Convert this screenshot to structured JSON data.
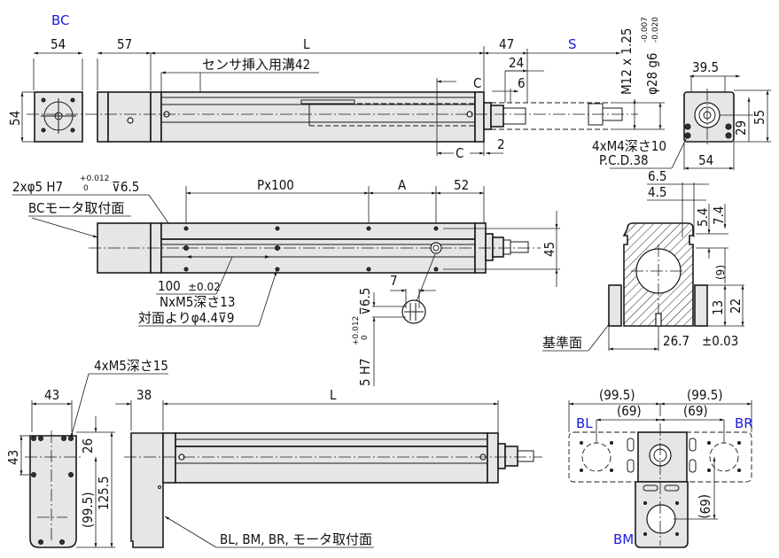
{
  "drawing": {
    "title": "Single-axis actuator with motor fold-back options — dimensional drawing",
    "colors": {
      "line": "#1a1a1a",
      "body_fill": "#e6e6e6",
      "label_blue": "#1a1adc"
    },
    "top_view": {
      "variant_label": "BC",
      "motor_width": "54",
      "motor_height": "54",
      "motor_length": "57",
      "length": "L",
      "sensor_groove": "センサ挿入用溝42",
      "rod_extension": "47",
      "stroke": "S",
      "dim_24": "24",
      "dim_6": "6",
      "dim_2": "2",
      "c_label_top": "C",
      "c_label_bottom": "C",
      "thread": "M12 x 1.25",
      "shaft_dia": "φ28 g6",
      "shaft_tol_upper": "-0.007",
      "shaft_tol_lower": "-0.020"
    },
    "end_view": {
      "width_top": "39.5",
      "width_bottom": "54",
      "height_total": "55",
      "height_center": "29",
      "tap_note": "4xM4深さ10",
      "pcd_note": "P.C.D.38"
    },
    "side_view": {
      "dowel_note": "2xφ5 H7",
      "dowel_tol_upper": "+0.012",
      "dowel_tol_lower": "0",
      "dowel_depth": "⊽6.5",
      "motor_face_note": "BCモータ取付面",
      "pitch": "Px100",
      "dim_a": "A",
      "dim_52": "52",
      "height_45": "45",
      "pitch_100": "100",
      "pitch_100_tol": "±0.02",
      "tap_note_1": "NxM5深さ13",
      "tap_note_2": "対面よりφ4.4⊽9",
      "detail_dim_7": "7",
      "detail_depth": "⊽6.5",
      "detail_tol_upper": "+0.012",
      "detail_tol_lower": "0",
      "detail_fit": "5 H7"
    },
    "section_view": {
      "dim_6_5": "6.5",
      "dim_4_5": "4.5",
      "dim_5_4": "5.4",
      "dim_7_4": "7.4",
      "dim_9": "(9)",
      "dim_13": "13",
      "dim_22": "22",
      "dim_26_7": "26.7",
      "dim_26_7_tol": "±0.03",
      "datum_label": "基準面"
    },
    "fold_view": {
      "end_width": "43",
      "end_offset": "43",
      "tap_note": "4xM5深さ15",
      "dim_26": "26",
      "dim_99_5": "(99.5)",
      "dim_125_5": "125.5",
      "motor_length": "38",
      "length": "L",
      "motor_face_note": "BL, BM, BR, モータ取付面"
    },
    "layout_view": {
      "left_label": "BL",
      "right_label": "BR",
      "bottom_label": "BM",
      "left_outer": "(99.5)",
      "right_outer": "(99.5)",
      "left_inner": "(69)",
      "right_inner": "(69)",
      "vertical": "(69)"
    }
  }
}
